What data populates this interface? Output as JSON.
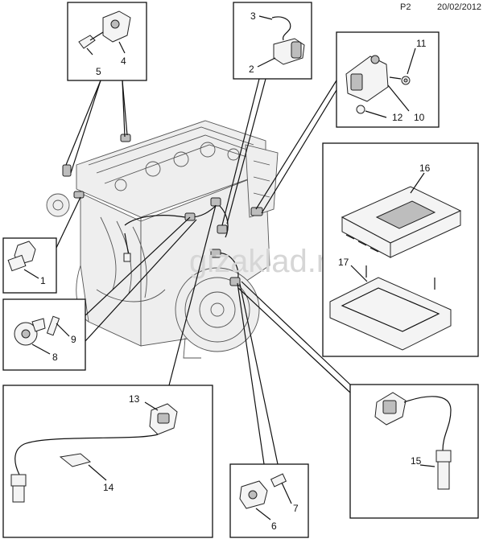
{
  "header": {
    "page": "P2",
    "date": "20/02/2012"
  },
  "watermark": "gizaklad.ru",
  "callouts": {
    "c1": "1",
    "c2": "2",
    "c3": "3",
    "c4": "4",
    "c5": "5",
    "c6": "6",
    "c7": "7",
    "c8": "8",
    "c9": "9",
    "c10": "10",
    "c11": "11",
    "c12": "12",
    "c13": "13",
    "c14": "14",
    "c15": "15",
    "c16": "16",
    "c17": "17"
  }
}
